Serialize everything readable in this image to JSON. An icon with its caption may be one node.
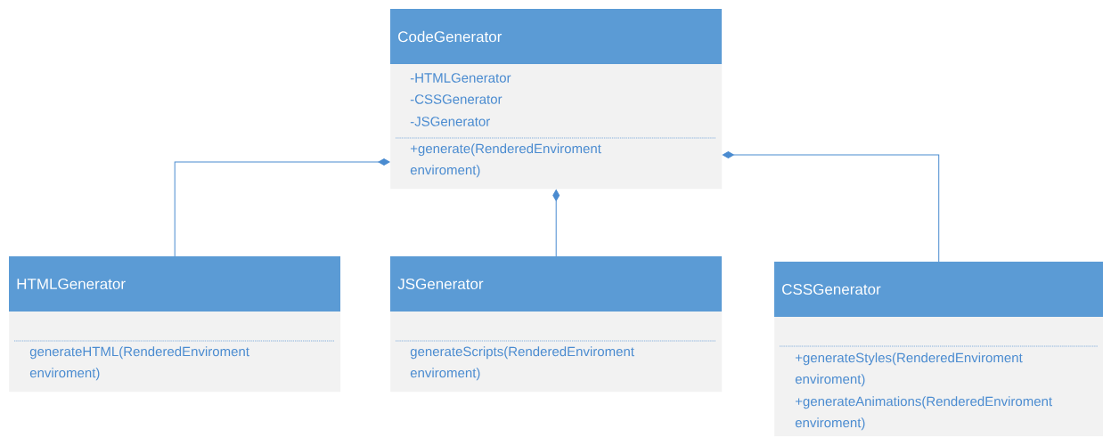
{
  "diagram": {
    "nodes": [
      {
        "text": [
          "CodeGenerator",
          "-HTMLGenerator",
          "-CSSGenerator",
          "-JSGenerator",
          "+generate(RenderedEnviroment enviroment)"
        ]
      },
      {
        "text": [
          "HTMLGenerator",
          "generateHTML(RenderedEnviroment enviroment)"
        ]
      },
      {
        "text": [
          "JSGenerator",
          "generateScripts(RenderedEnviroment enviroment)"
        ]
      },
      {
        "text": [
          "CSSGenerator",
          "+generateStyles(RenderedEnviroment enviroment)",
          "+generateAnimations(RenderedEnviroment enviroment)"
        ]
      }
    ],
    "edges": [
      {
        "from": 1,
        "to": 0,
        "arrow": "other"
      },
      {
        "from": 2,
        "to": 0,
        "arrow": "other"
      },
      {
        "from": 3,
        "to": 0,
        "arrow": "other"
      }
    ]
  }
}
